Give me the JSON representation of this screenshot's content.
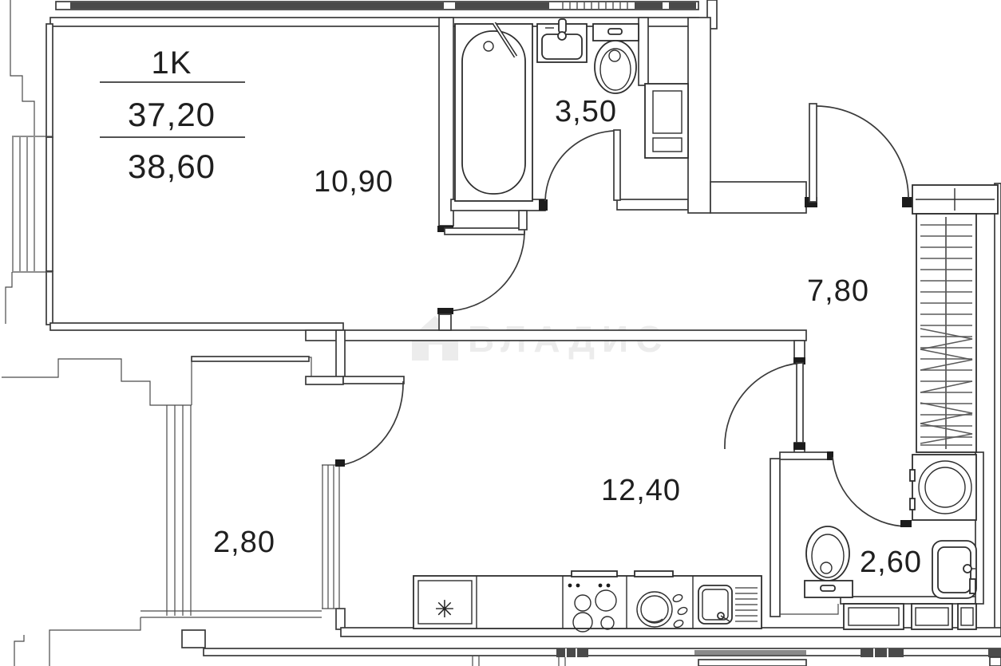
{
  "plan": {
    "title_block": {
      "unit_type": "1K",
      "living_area": "37,20",
      "total_area": "38,60"
    },
    "rooms": [
      {
        "id": "living-room",
        "area": "10,90"
      },
      {
        "id": "bathroom",
        "area": "3,50"
      },
      {
        "id": "hallway",
        "area": "7,80"
      },
      {
        "id": "kitchen",
        "area": "12,40"
      },
      {
        "id": "balcony",
        "area": "2,80"
      },
      {
        "id": "wc",
        "area": "2,60"
      }
    ],
    "watermark": {
      "text": "ВЛАДИС"
    },
    "symbols": {
      "fridge": "✳"
    },
    "colors": {
      "line": "#3a3a3a",
      "dark_fill": "#4a4a4a",
      "label_text": "#1f1f1f",
      "watermark": "#ececec",
      "background": "#ffffff"
    }
  }
}
